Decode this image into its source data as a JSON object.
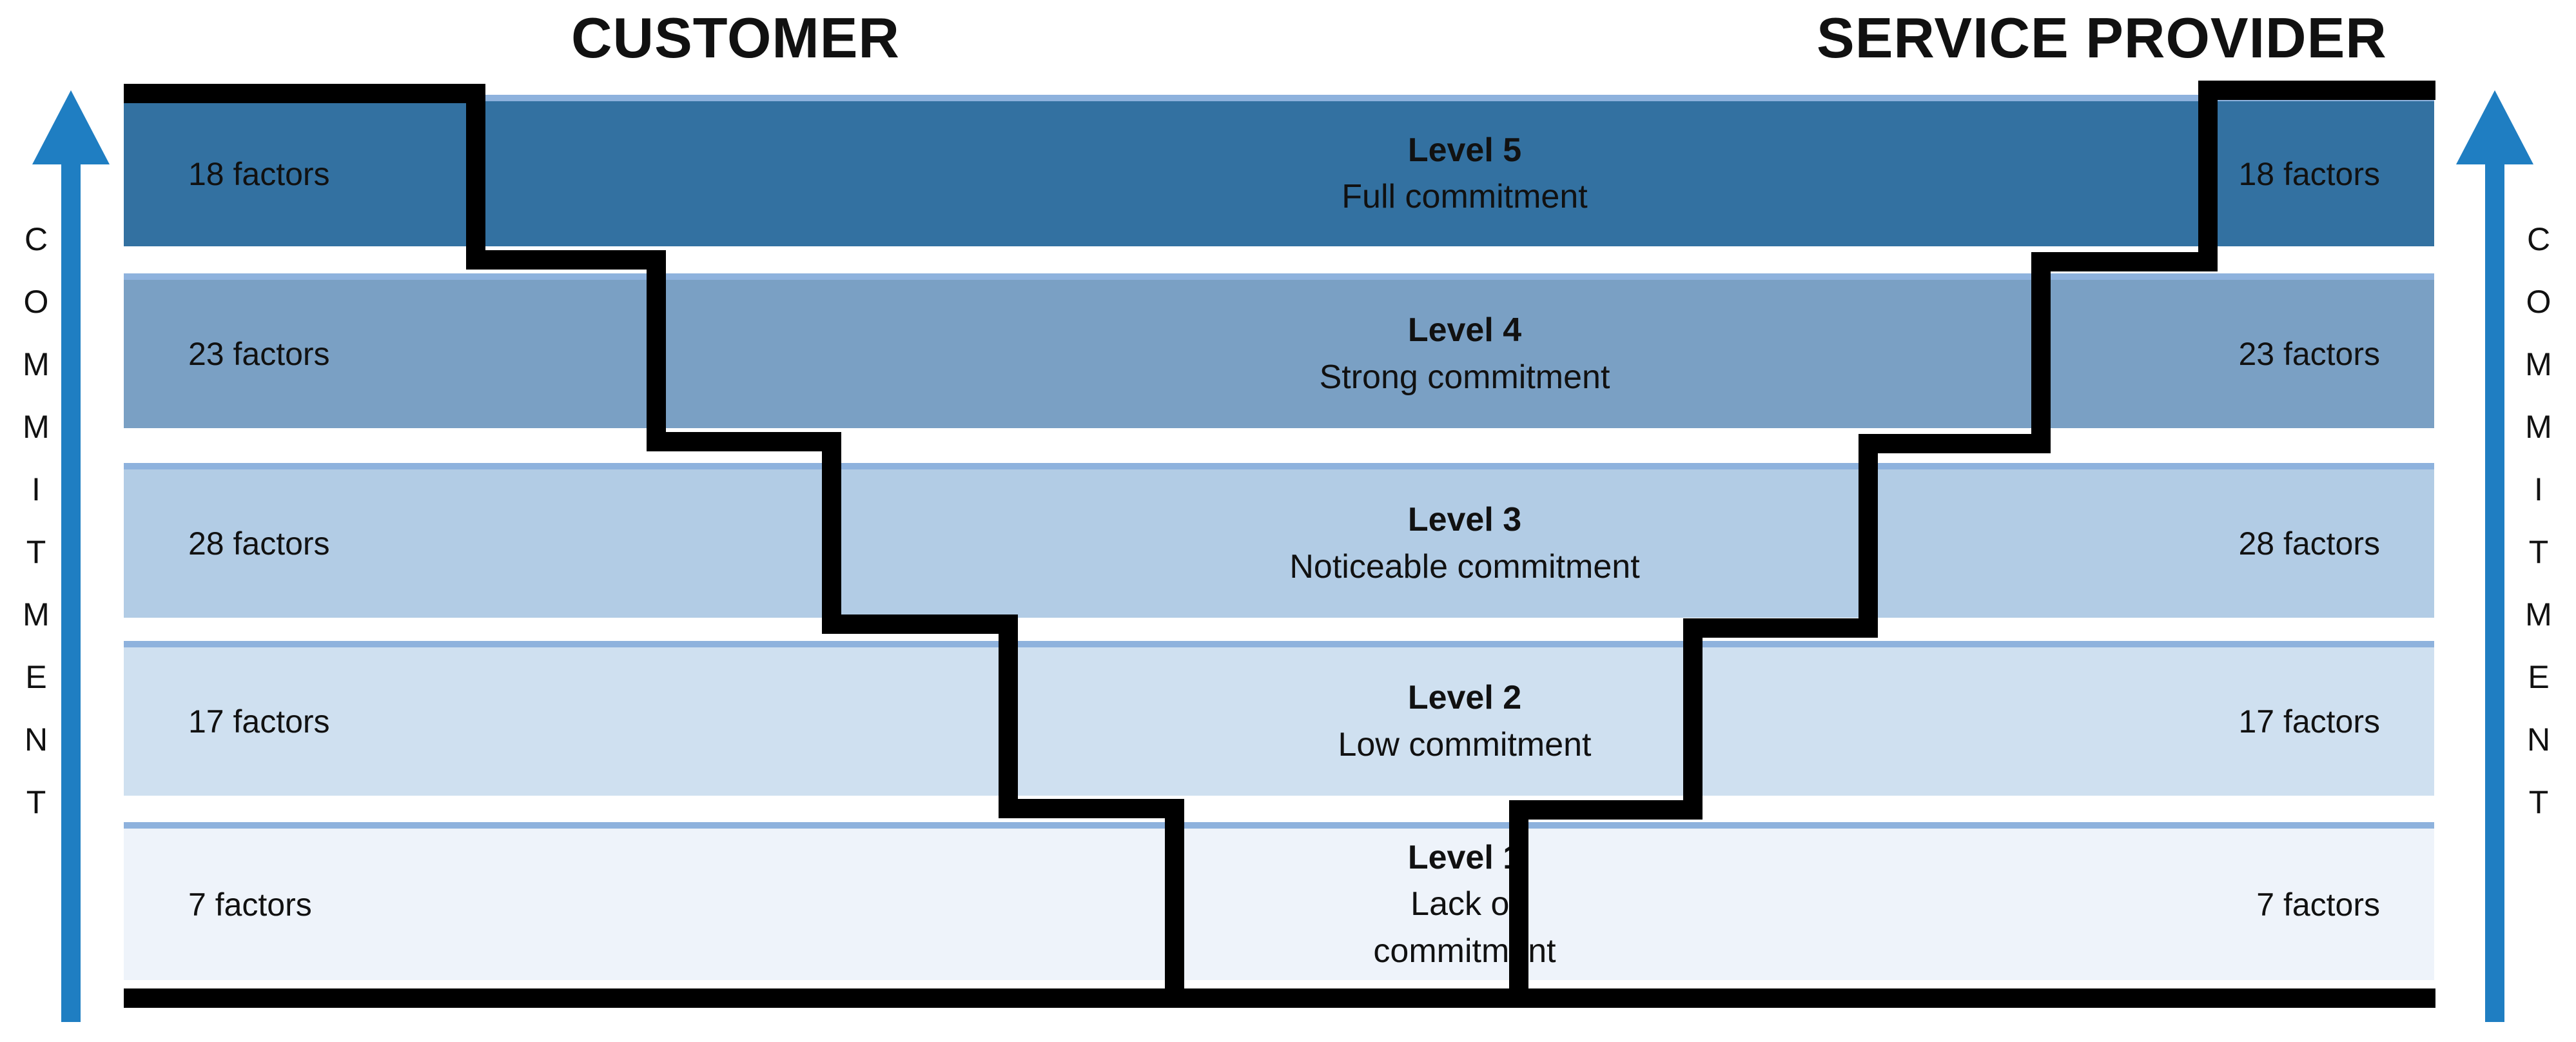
{
  "headers": {
    "customer": "CUSTOMER",
    "provider": "SERVICE PROVIDER"
  },
  "axis": {
    "letters": [
      "C",
      "O",
      "M",
      "M",
      "I",
      "T",
      "M",
      "E",
      "N",
      "T"
    ]
  },
  "levels": [
    {
      "level": "Level 5",
      "desc": "Full commitment",
      "customer": "18 factors",
      "provider": "18 factors"
    },
    {
      "level": "Level 4",
      "desc": "Strong commitment",
      "customer": "23 factors",
      "provider": "23 factors"
    },
    {
      "level": "Level 3",
      "desc": "Noticeable commitment",
      "customer": "28 factors",
      "provider": "28 factors"
    },
    {
      "level": "Level 2",
      "desc": "Low commitment",
      "customer": "17 factors",
      "provider": "17 factors"
    },
    {
      "level": "Level 1",
      "desc": "Lack of commitment",
      "customer": "7 factors",
      "provider": "7 factors"
    }
  ],
  "colors": {
    "arrow": "#1f7ec2",
    "steps": "#000000",
    "band_border": "#8eb2dd",
    "level5": "#3371a1",
    "level4": "#7aa0c4",
    "level3": "#b2cce5",
    "level2": "#cfe0f0",
    "level1": "#eef3fa"
  }
}
